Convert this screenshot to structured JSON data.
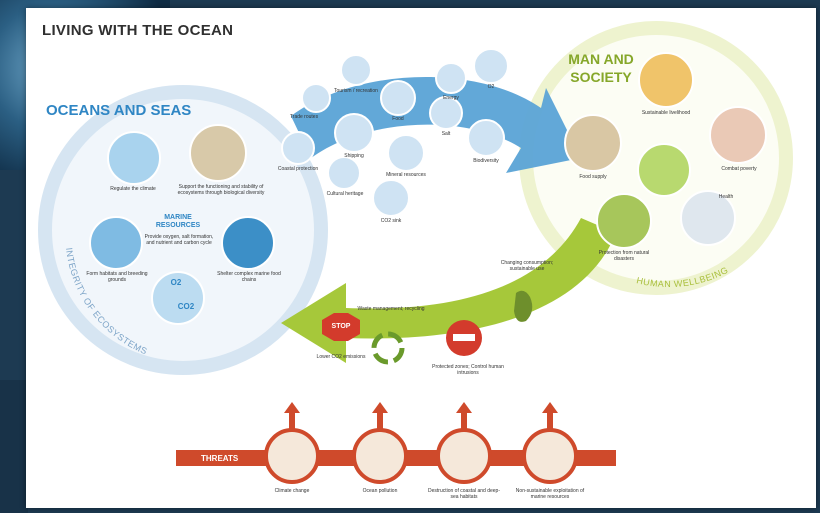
{
  "title": "LIVING WITH THE OCEAN",
  "oceans": {
    "title_line1": "OCEANS AND SEAS",
    "ring_label": "INTEGRITY OF ECOSYSTEMS",
    "items": [
      {
        "label": "Regulate the climate"
      },
      {
        "label": "Support the functioning and stability of ecosystems through biological diversity"
      },
      {
        "label": "Form habitats and breeding grounds"
      },
      {
        "label": "Shelter complex marine food chains"
      }
    ],
    "marine_line1": "MARINE",
    "marine_line2": "RESOURCES",
    "marine_desc": "Provide oxygen, salt formation, and nutrient and carbon cycle",
    "gas_o2": "O2",
    "gas_co2": "CO2"
  },
  "man": {
    "title_line1": "MAN AND",
    "title_line2": "SOCIETY",
    "ring_label": "HUMAN WELLBEING",
    "items": [
      {
        "label": "Sustainable livelihood"
      },
      {
        "label": "Food supply"
      },
      {
        "label": "Combat poverty"
      },
      {
        "label": "Health"
      },
      {
        "label": "Protection from natural disasters"
      }
    ]
  },
  "flow_top": {
    "items": [
      {
        "label": "Trade routes"
      },
      {
        "label": "Tourism / recreation"
      },
      {
        "label": "Food"
      },
      {
        "label": "Energy"
      },
      {
        "label": "Coastal protection"
      },
      {
        "label": "Shipping"
      },
      {
        "label": "Salt"
      },
      {
        "label": "Biodiversity"
      },
      {
        "label": "Cultural heritage"
      },
      {
        "label": "Mineral resources"
      },
      {
        "label": "CO2 sink"
      },
      {
        "label": "O2"
      }
    ]
  },
  "flow_bottom": {
    "changing": "Changing consumption; sustainable use",
    "waste": "Waste management; recycling",
    "stop_sign": "STOP",
    "lower_co2": "Lower CO2 emissions",
    "protected": "Protected zones; Control human intrusions"
  },
  "threats": {
    "label": "THREATS",
    "items": [
      {
        "label": "Climate change"
      },
      {
        "label": "Ocean pollution"
      },
      {
        "label": "Destruction of coastal and deep-sea habitats"
      },
      {
        "label": "Non-sustainable exploitation of marine resources"
      }
    ]
  },
  "colors": {
    "ocean_blue": "#2f86c4",
    "flow_blue": "#5aa3d6",
    "man_green": "#86a72a",
    "flow_green": "#a6c83a",
    "threat_red": "#cf4a2b"
  }
}
